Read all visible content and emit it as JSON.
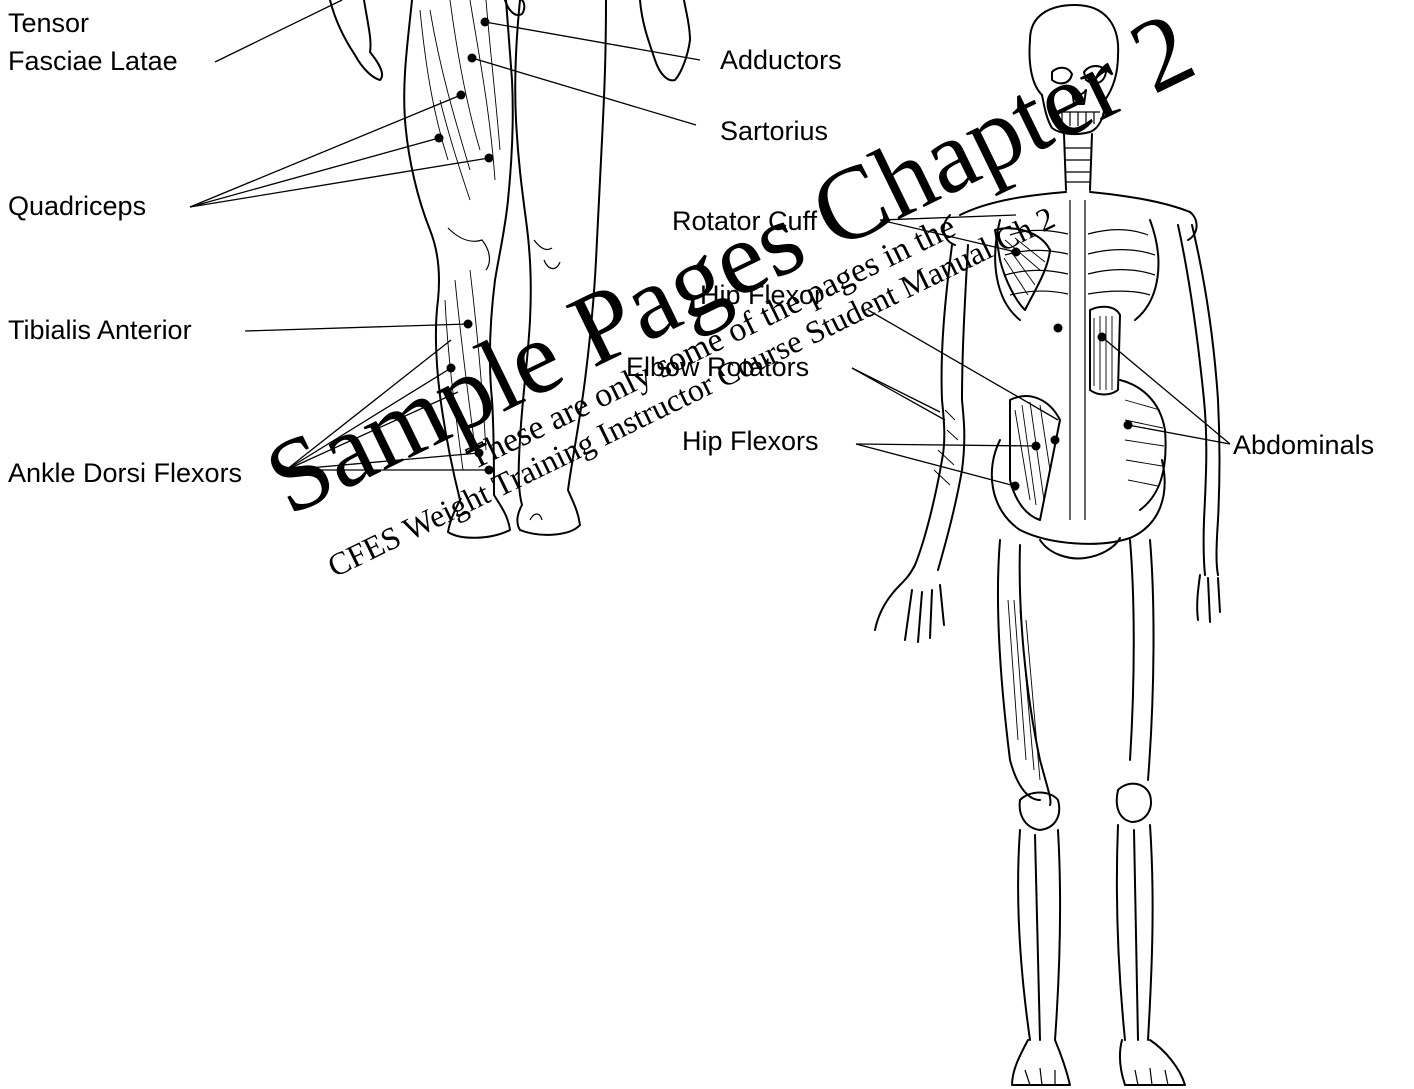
{
  "labels": {
    "tensor": "Tensor",
    "fasciae_latae": "Fasciae Latae",
    "adductors": "Adductors",
    "sartorius": "Sartorius",
    "quadriceps": "Quadriceps",
    "tibialis_anterior": "Tibialis Anterior",
    "ankle_dorsi_flexors": "Ankle Dorsi Flexors",
    "rotator_cuff": "Rotator Cuff",
    "hip_flexor": "Hip Flexor",
    "elbow_rotators": "Elbow Rotators",
    "hip_flexors": "Hip Flexors",
    "abdominals": "Abdominals"
  },
  "watermark": {
    "main": "Sample Pages Chapter 2",
    "sub1": "These are only some of the pages in the",
    "sub2": "CFES Weight Training Instructor Course Student Manual Ch 2"
  }
}
